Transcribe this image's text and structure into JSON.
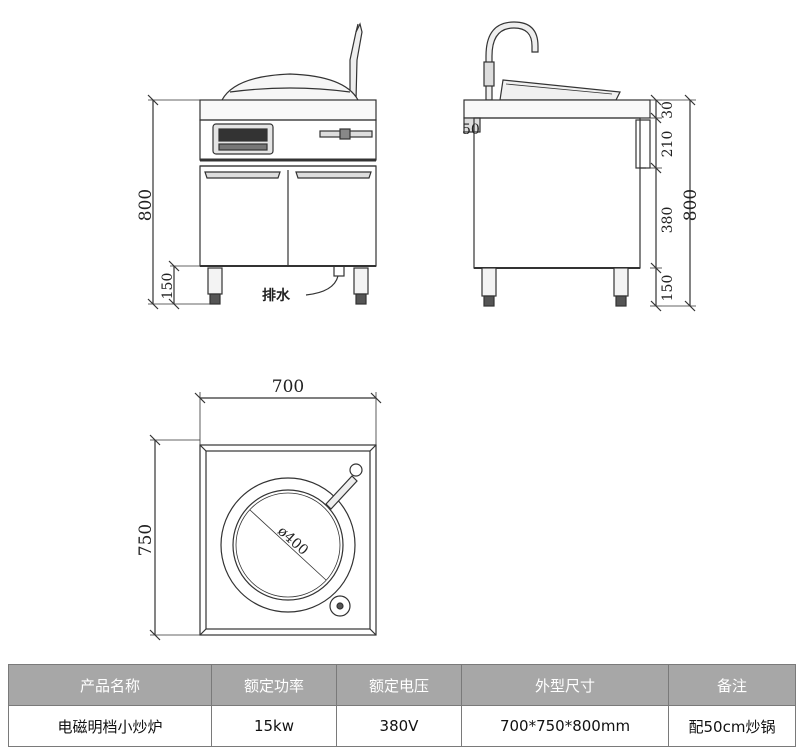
{
  "front_view": {
    "dim_height": "800",
    "dim_leg": "150",
    "drain_label": "排水"
  },
  "side_view": {
    "dim_top": "30",
    "dim_upper": "210",
    "dim_middle": "380",
    "dim_leg": "150",
    "dim_height": "800",
    "dim_small": "50"
  },
  "top_view": {
    "dim_width": "700",
    "dim_depth": "750",
    "dim_diameter": "ø400"
  },
  "spec_table": {
    "headers": [
      "产品名称",
      "额定功率",
      "额定电压",
      "外型尺寸",
      "备注"
    ],
    "row": [
      "电磁明档小炒炉",
      "15kw",
      "380V",
      "700*750*800mm",
      "配50cm炒锅"
    ]
  }
}
